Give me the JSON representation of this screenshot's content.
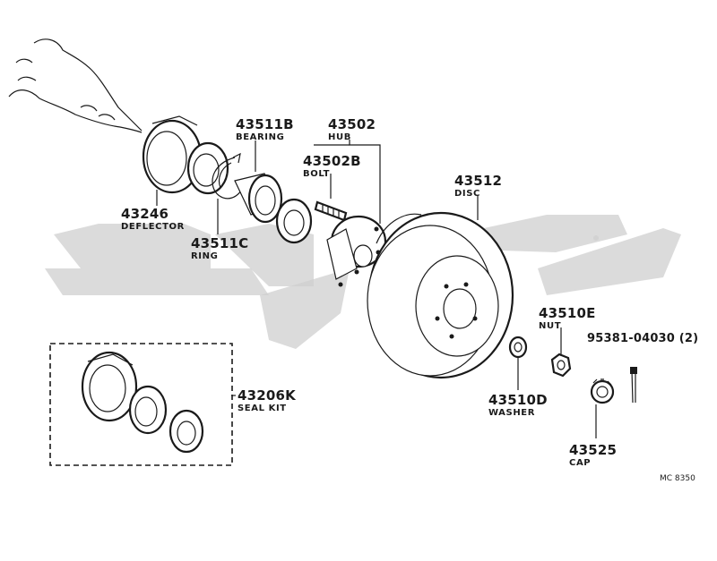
{
  "diagram_code": "MC 8350",
  "parts": [
    {
      "id": "deflector",
      "number": "43246",
      "name": "DEFLECTOR"
    },
    {
      "id": "bearing",
      "number": "43511B",
      "name": "BEARING"
    },
    {
      "id": "ring",
      "number": "43511C",
      "name": "RING"
    },
    {
      "id": "hub",
      "number": "43502",
      "name": "HUB"
    },
    {
      "id": "bolt",
      "number": "43502B",
      "name": "BOLT"
    },
    {
      "id": "disc",
      "number": "43512",
      "name": "DISC"
    },
    {
      "id": "nut",
      "number": "43510E",
      "name": "NUT"
    },
    {
      "id": "washer",
      "number": "43510D",
      "name": "WASHER"
    },
    {
      "id": "pin",
      "number": "95381-04030 (2)",
      "name": ""
    },
    {
      "id": "cap",
      "number": "43525",
      "name": "CAP"
    },
    {
      "id": "seal-kit",
      "number": "43206K",
      "name": "SEAL KIT"
    }
  ]
}
